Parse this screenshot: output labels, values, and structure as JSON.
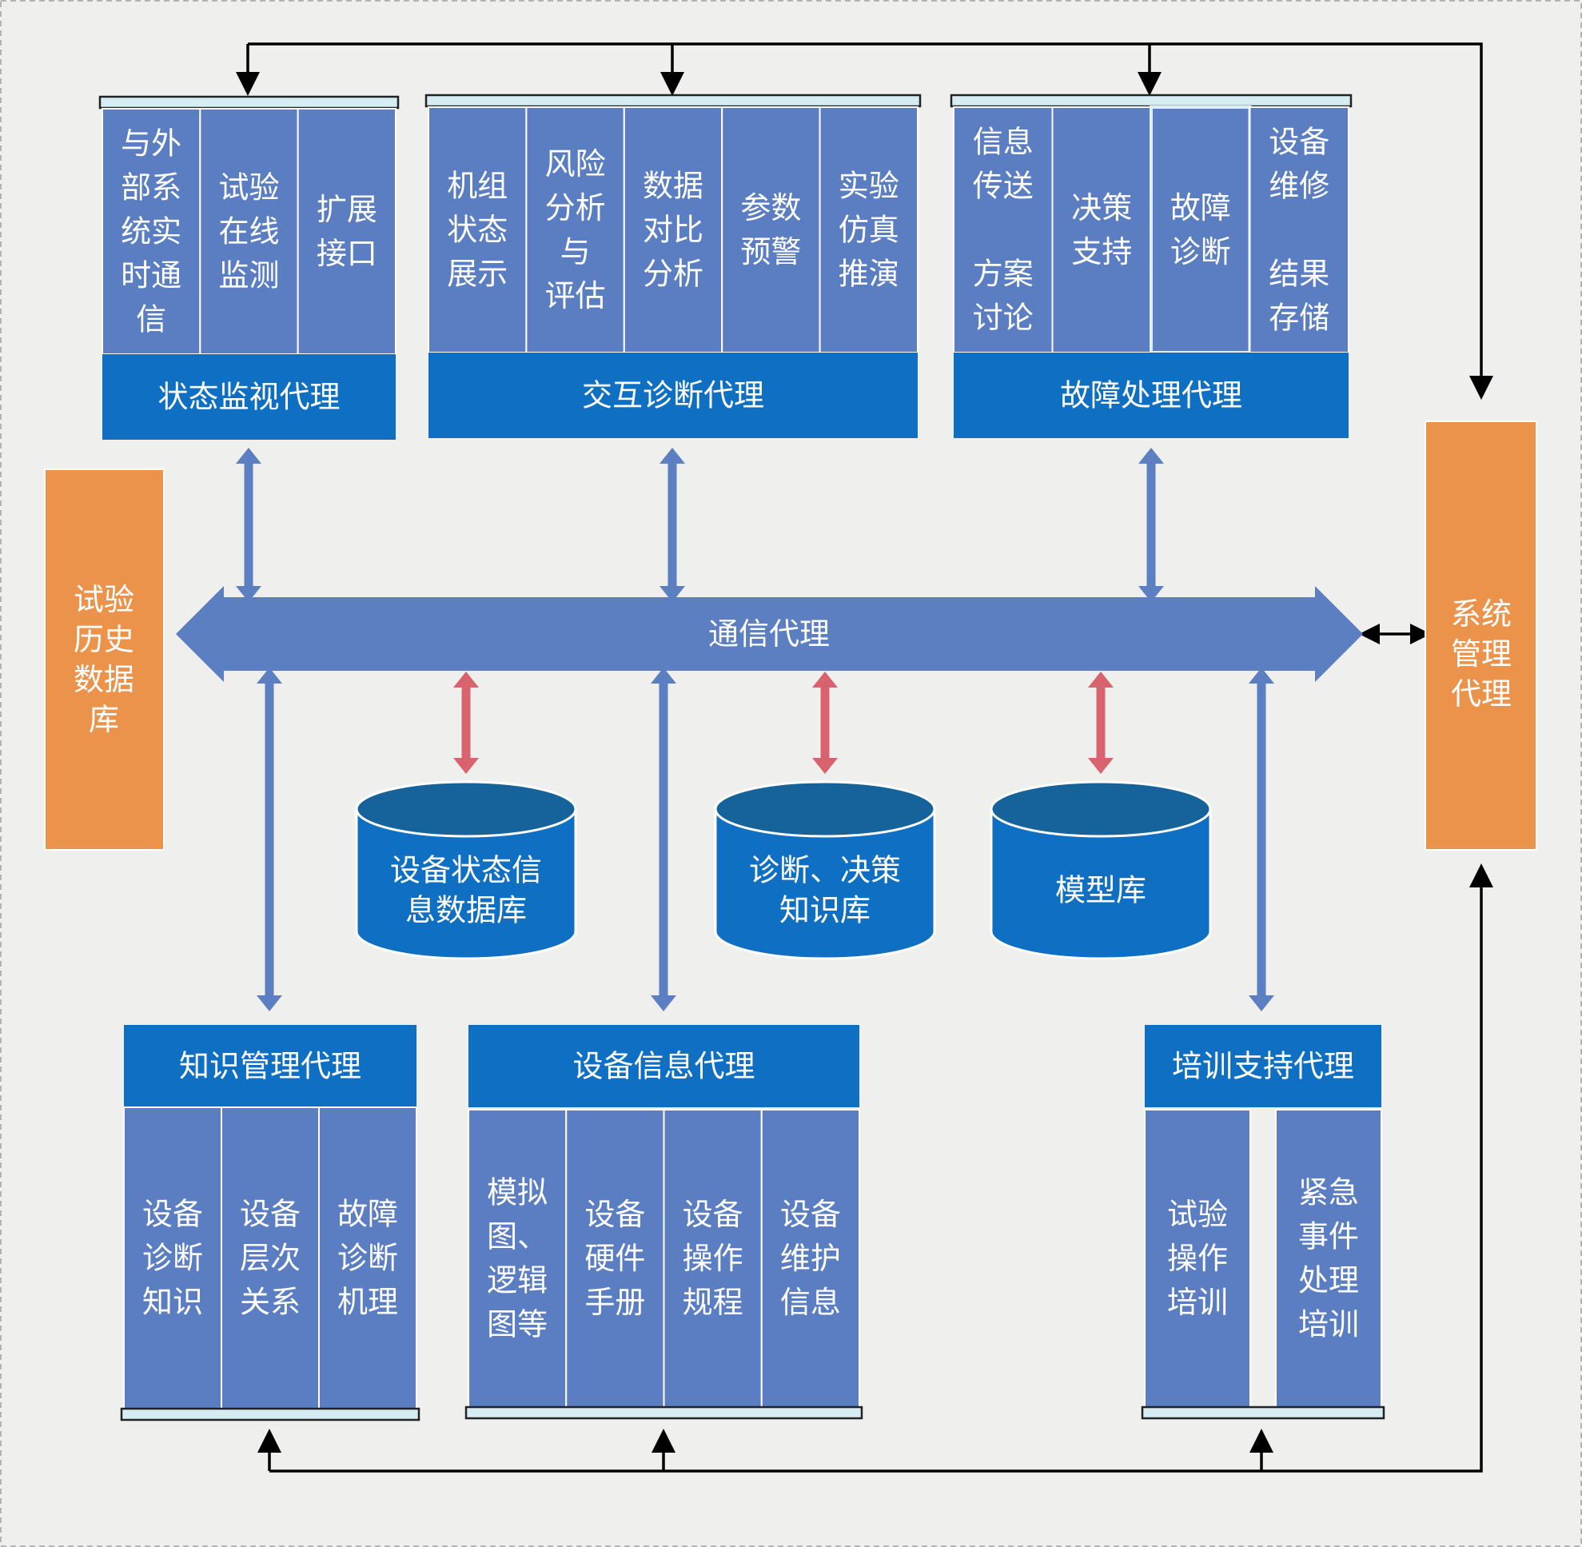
{
  "top_agents": [
    {
      "title": "状态监视代理",
      "cells": [
        [
          "与外",
          "部系",
          "统实",
          "时通",
          "信"
        ],
        [
          "试验",
          "在线",
          "监测"
        ],
        [
          "扩展",
          "接口"
        ]
      ]
    },
    {
      "title": "交互诊断代理",
      "cells": [
        [
          "机组",
          "状态",
          "展示"
        ],
        [
          "风险",
          "分析",
          "与",
          "评估"
        ],
        [
          "数据",
          "对比",
          "分析"
        ],
        [
          "参数",
          "预警"
        ],
        [
          "实验",
          "仿真",
          "推演"
        ]
      ]
    },
    {
      "title": "故障处理代理",
      "cells": [
        [
          "信息",
          "传送",
          "",
          "方案",
          "讨论"
        ],
        [
          "决策",
          "支持"
        ],
        [
          "故障",
          "诊断"
        ],
        [
          "设备",
          "维修",
          "",
          "结果",
          "存储"
        ]
      ]
    }
  ],
  "bottom_agents": [
    {
      "title": "知识管理代理",
      "cells": [
        [
          "设备",
          "诊断",
          "知识"
        ],
        [
          "设备",
          "层次",
          "关系"
        ],
        [
          "故障",
          "诊断",
          "机理"
        ]
      ]
    },
    {
      "title": "设备信息代理",
      "cells": [
        [
          "模拟",
          "图、",
          "逻辑",
          "图等"
        ],
        [
          "设备",
          "硬件",
          "手册"
        ],
        [
          "设备",
          "操作",
          "规程"
        ],
        [
          "设备",
          "维护",
          "信息"
        ]
      ]
    },
    {
      "title": "培训支持代理",
      "cells": [
        [
          "试验",
          "操作",
          "培训"
        ],
        [
          "紧急",
          "事件",
          "处理",
          "培训"
        ]
      ]
    }
  ],
  "bus_label": "通信代理",
  "left_box": [
    "试验",
    "历史",
    "数据",
    "库"
  ],
  "right_box": [
    "系统",
    "管理",
    "代理"
  ],
  "databases": [
    [
      "设备状态信",
      "息数据库"
    ],
    [
      "诊断、决策",
      "知识库"
    ],
    [
      "模型库"
    ]
  ]
}
